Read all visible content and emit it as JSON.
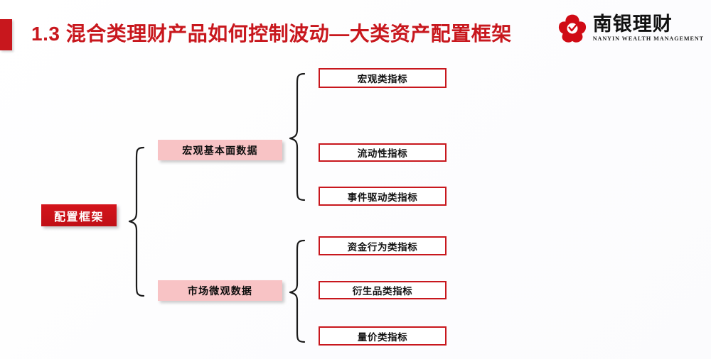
{
  "header": {
    "title": "1.3  混合类理财产品如何控制波动—大类资产配置框架",
    "accent_color": "#C8171D"
  },
  "logo": {
    "name_cn": "南银理财",
    "name_en": "NANYIN WEALTH MANAGEMENT",
    "mark_icon": "flower-logo-icon",
    "mark_color": "#D00B15"
  },
  "diagram": {
    "root": {
      "label": "配置框架",
      "color": "#C8171D"
    },
    "branches": [
      {
        "label": "宏观基本面数据",
        "color": "#F8C3C5",
        "leaves": [
          {
            "label": "宏观类指标"
          },
          {
            "label": "流动性指标"
          },
          {
            "label": "事件驱动类指标"
          }
        ]
      },
      {
        "label": "市场微观数据",
        "color": "#F8C3C5",
        "leaves": [
          {
            "label": "资金行为类指标"
          },
          {
            "label": "衍生品类指标"
          },
          {
            "label": "量价类指标"
          }
        ]
      }
    ]
  }
}
